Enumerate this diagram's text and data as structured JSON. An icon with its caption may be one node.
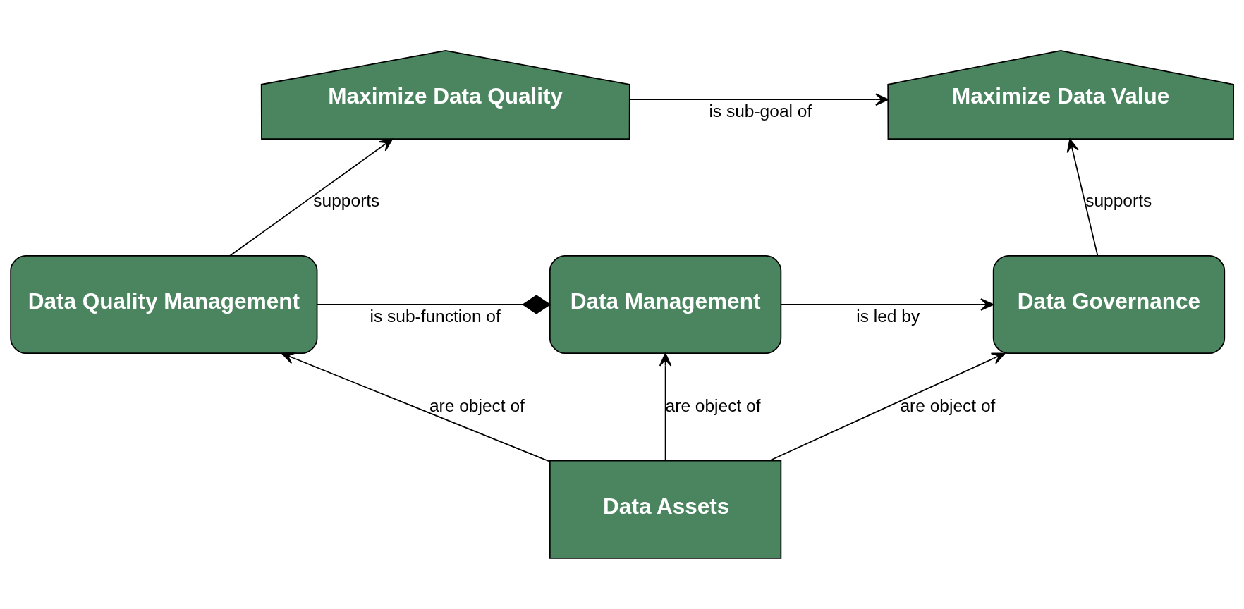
{
  "diagram": {
    "nodes": [
      {
        "text": [
          "Maximize Data Value"
        ]
      },
      {
        "text": [
          "Maximize Data Quality"
        ]
      },
      {
        "text": [
          "Data Governance"
        ]
      },
      {
        "text": [
          "Data Management"
        ]
      },
      {
        "text": [
          "Data Quality Management"
        ]
      },
      {
        "text": [
          "Data Assets"
        ]
      }
    ],
    "edges": [
      {
        "from": 1,
        "to": 0,
        "arrow": "to",
        "label": "is sub-goal of"
      },
      {
        "from": 2,
        "to": 0,
        "arrow": "to",
        "label": "supports"
      },
      {
        "from": 4,
        "to": 1,
        "arrow": "to",
        "label": "supports"
      },
      {
        "from": 3,
        "to": 2,
        "arrow": "to",
        "label": "is led by"
      },
      {
        "from": 4,
        "to": 3,
        "arrow": "other",
        "label": "is sub-function of"
      },
      {
        "from": 5,
        "to": 3,
        "arrow": "to",
        "label": "are object of"
      },
      {
        "from": 5,
        "to": 2,
        "arrow": "to",
        "label": "are object of"
      },
      {
        "from": 5,
        "to": 4,
        "arrow": "to",
        "label": "are object of"
      }
    ]
  }
}
